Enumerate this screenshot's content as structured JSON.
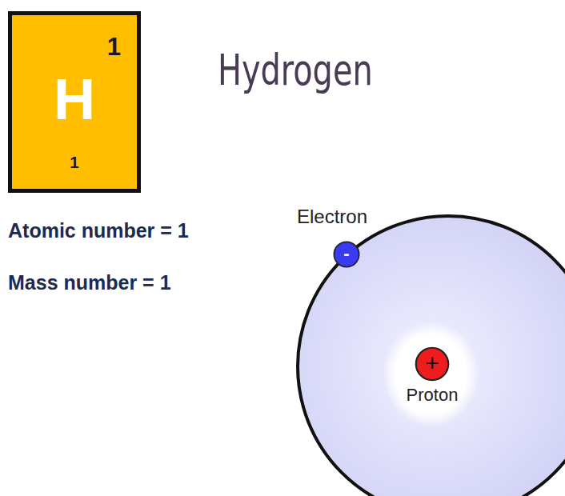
{
  "diagram": {
    "title": "Hydrogen",
    "nodes": [
      {
        "text": [
          "1",
          "H",
          "1"
        ]
      },
      {
        "text": [
          "Electron",
          "-"
        ]
      },
      {
        "text": [
          "+",
          "Proton"
        ]
      }
    ],
    "labels": [
      "Atomic number = 1",
      "Mass number = 1"
    ]
  }
}
